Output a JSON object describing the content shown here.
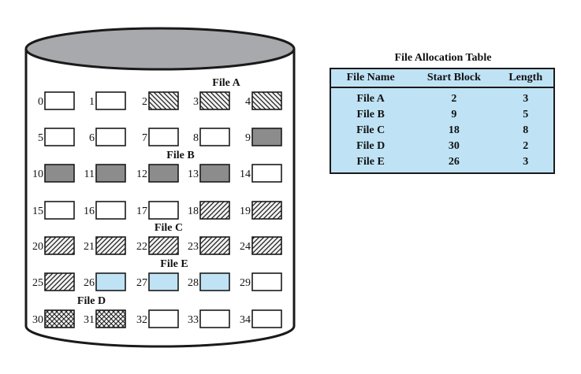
{
  "disk": {
    "file_labels": [
      {
        "text": "File A",
        "anchor": "block-2"
      },
      {
        "text": "File B",
        "anchor": "block-12"
      },
      {
        "text": "File C",
        "anchor": "block-22"
      },
      {
        "text": "File E",
        "anchor": "block-27"
      },
      {
        "text": "File D",
        "anchor": "block-31"
      }
    ],
    "blocks": [
      {
        "n": "0",
        "fill": "empty"
      },
      {
        "n": "1",
        "fill": "empty"
      },
      {
        "n": "2",
        "fill": "hatch-back"
      },
      {
        "n": "3",
        "fill": "hatch-back"
      },
      {
        "n": "4",
        "fill": "hatch-back"
      },
      {
        "n": "5",
        "fill": "empty"
      },
      {
        "n": "6",
        "fill": "empty"
      },
      {
        "n": "7",
        "fill": "empty"
      },
      {
        "n": "8",
        "fill": "empty"
      },
      {
        "n": "9",
        "fill": "gray"
      },
      {
        "n": "10",
        "fill": "gray"
      },
      {
        "n": "11",
        "fill": "gray"
      },
      {
        "n": "12",
        "fill": "gray"
      },
      {
        "n": "13",
        "fill": "gray"
      },
      {
        "n": "14",
        "fill": "empty"
      },
      {
        "n": "15",
        "fill": "empty"
      },
      {
        "n": "16",
        "fill": "empty"
      },
      {
        "n": "17",
        "fill": "empty"
      },
      {
        "n": "18",
        "fill": "hatch-fwd"
      },
      {
        "n": "19",
        "fill": "hatch-fwd"
      },
      {
        "n": "20",
        "fill": "hatch-fwd"
      },
      {
        "n": "21",
        "fill": "hatch-fwd"
      },
      {
        "n": "22",
        "fill": "hatch-fwd"
      },
      {
        "n": "23",
        "fill": "hatch-fwd"
      },
      {
        "n": "24",
        "fill": "hatch-fwd"
      },
      {
        "n": "25",
        "fill": "hatch-fwd"
      },
      {
        "n": "26",
        "fill": "blue"
      },
      {
        "n": "27",
        "fill": "blue"
      },
      {
        "n": "28",
        "fill": "blue"
      },
      {
        "n": "29",
        "fill": "empty"
      },
      {
        "n": "30",
        "fill": "cross"
      },
      {
        "n": "31",
        "fill": "cross"
      },
      {
        "n": "32",
        "fill": "empty"
      },
      {
        "n": "33",
        "fill": "empty"
      },
      {
        "n": "34",
        "fill": "empty"
      }
    ],
    "colors": {
      "cylinder_top": "#a7a9ac",
      "gray_block": "#8c8c8c",
      "blue_block": "#bfe3f5",
      "outline": "#1a1a1a"
    }
  },
  "fat": {
    "title": "File Allocation Table",
    "headers": [
      "File Name",
      "Start Block",
      "Length"
    ],
    "rows": [
      [
        "File A",
        "2",
        "3"
      ],
      [
        "File B",
        "9",
        "5"
      ],
      [
        "File C",
        "18",
        "8"
      ],
      [
        "File D",
        "30",
        "2"
      ],
      [
        "File E",
        "26",
        "3"
      ]
    ]
  }
}
